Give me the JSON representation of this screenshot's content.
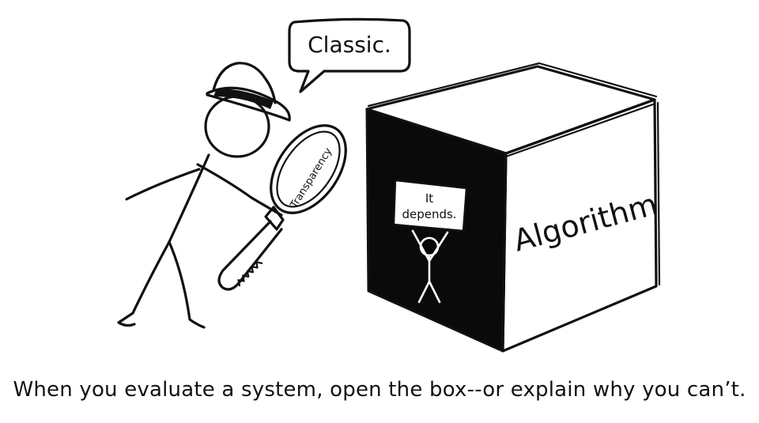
{
  "speech_bubble": {
    "text": "Classic."
  },
  "magnifier": {
    "lens_label": "Transparency"
  },
  "box": {
    "side_label": "Algorithm"
  },
  "sign": {
    "line1": "It",
    "line2": "depends."
  },
  "caption": "When you evaluate a system, open the box--or explain why you can’t.",
  "colors": {
    "ink": "#111111",
    "background": "#ffffff",
    "box_dark_face": "#0a0a0a"
  }
}
